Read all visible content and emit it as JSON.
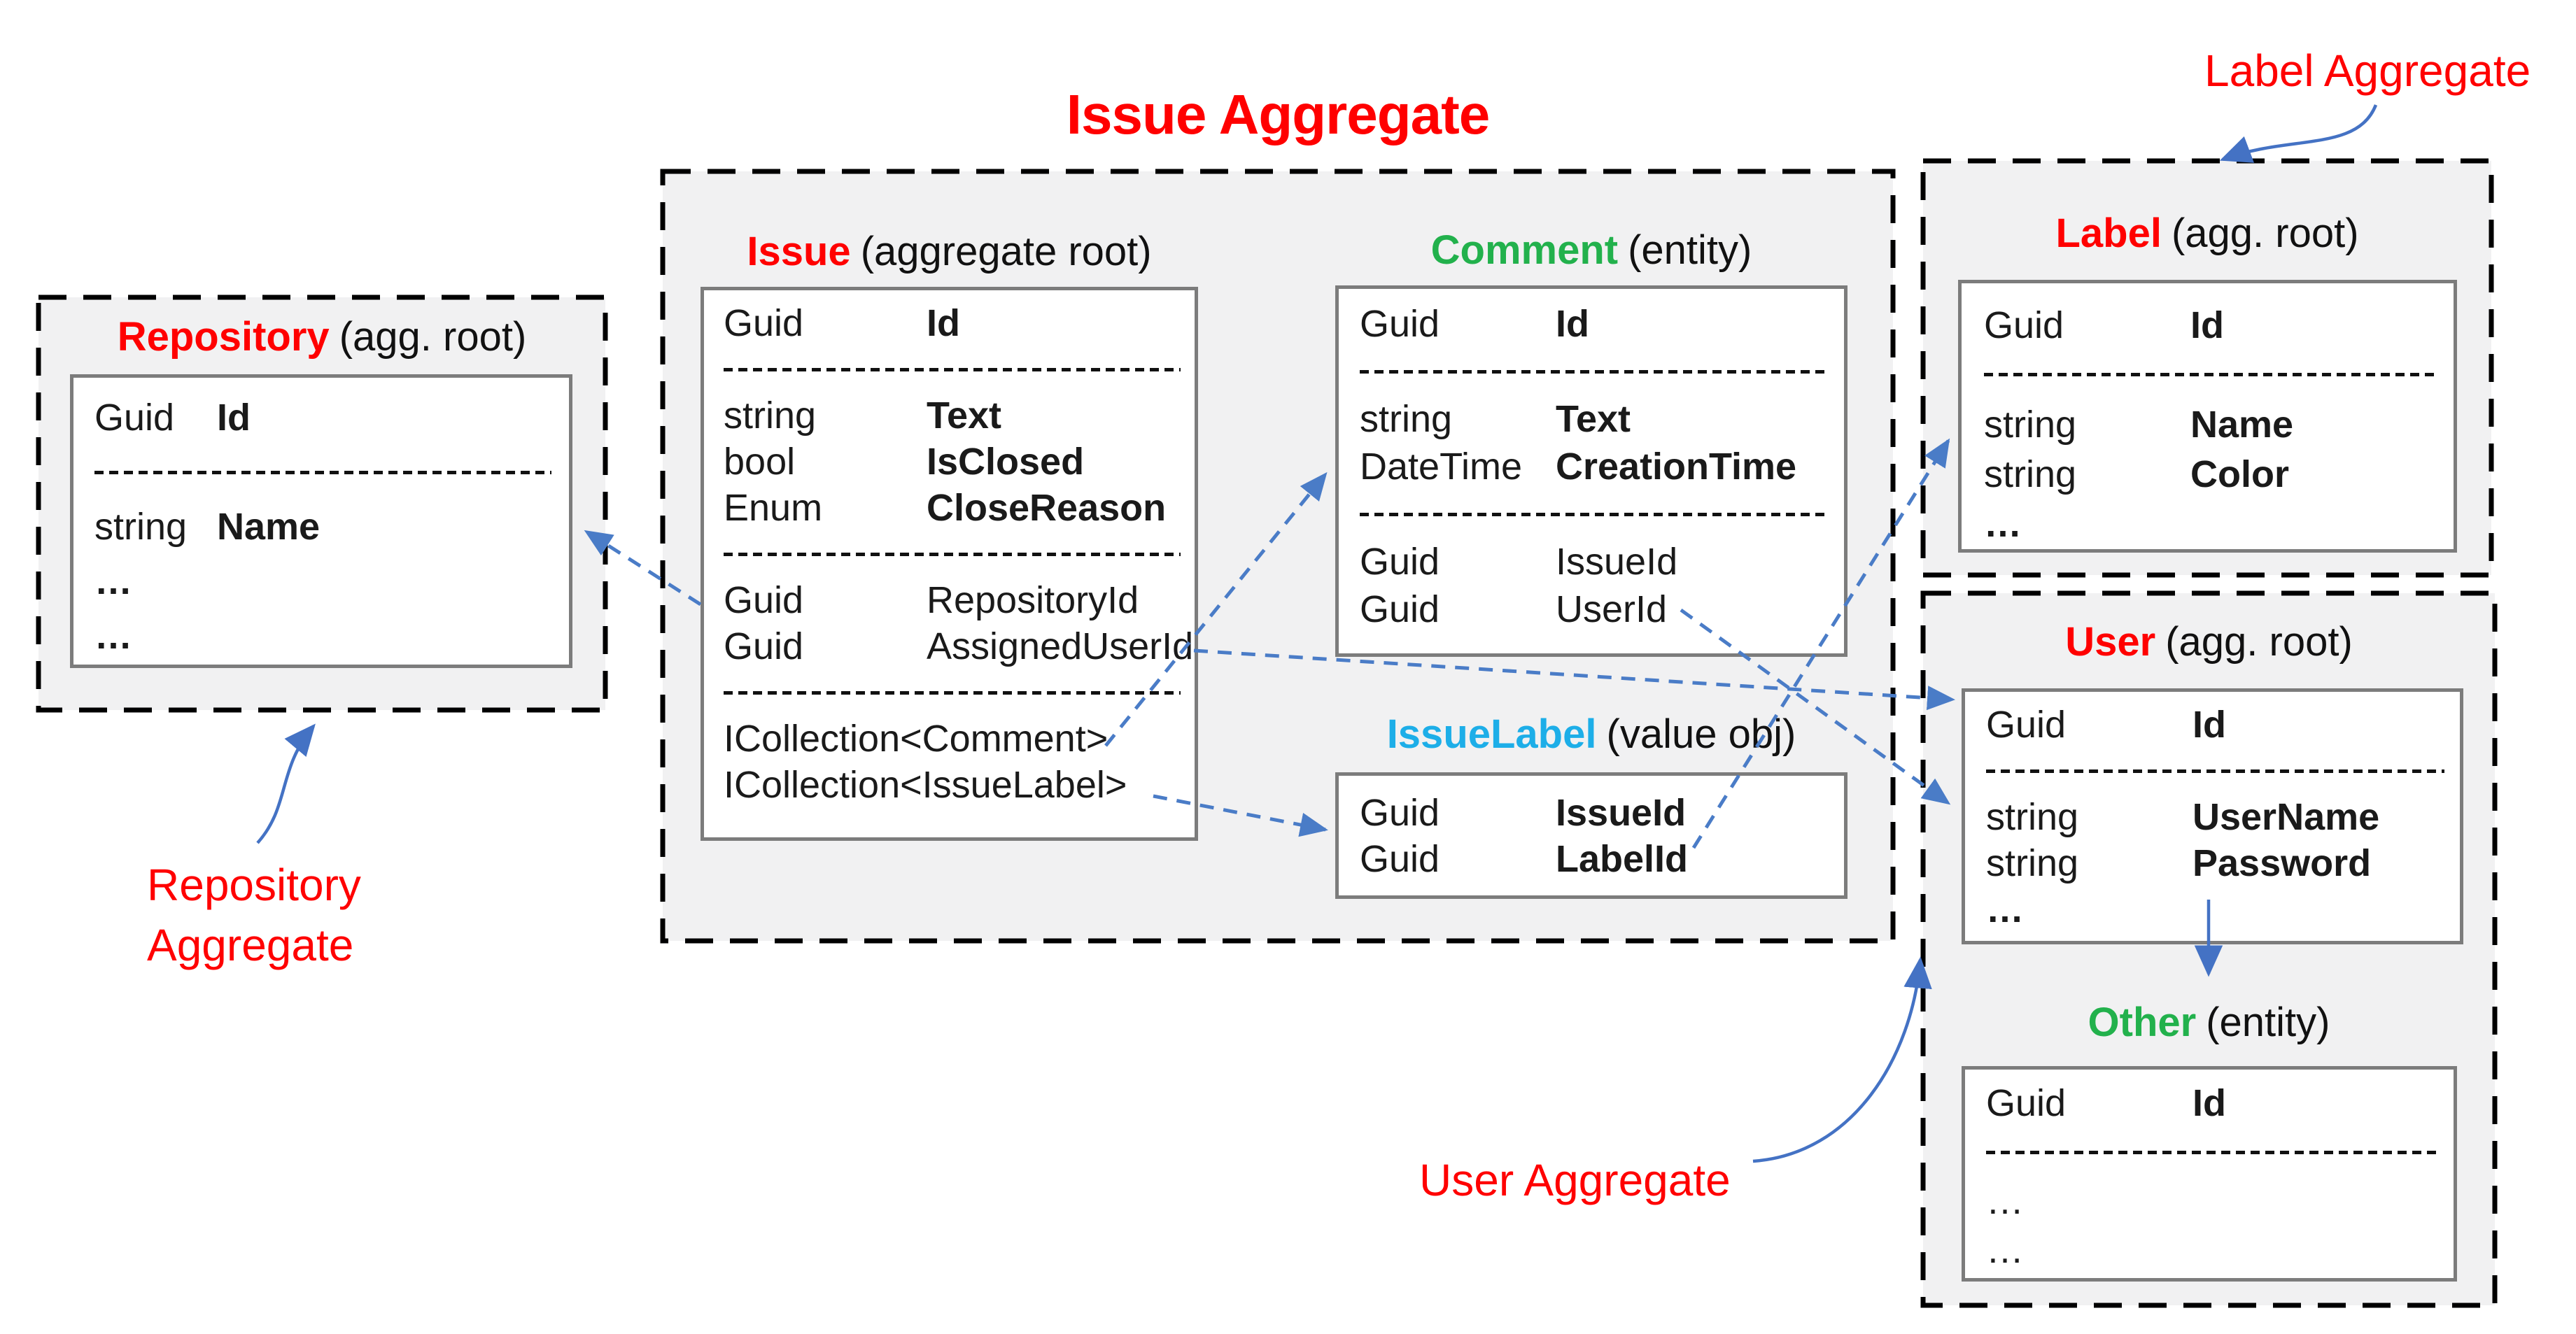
{
  "title": "Issue Aggregate",
  "annotations": {
    "label_aggregate": "Label Aggregate",
    "repository_aggregate_line1": "Repository",
    "repository_aggregate_line2": "Aggregate",
    "user_aggregate": "User Aggregate"
  },
  "entities": {
    "repository": {
      "name": "Repository",
      "kind": "(agg. root)",
      "rows": [
        {
          "t": "Guid",
          "n": "Id"
        },
        {
          "t": "string",
          "n": "Name"
        },
        {
          "t": "…",
          "n": ""
        },
        {
          "t": "…",
          "n": ""
        }
      ]
    },
    "issue": {
      "name": "Issue",
      "kind": "(aggregate root)",
      "rows": [
        {
          "t": "Guid",
          "n": "Id"
        },
        {
          "t": "string",
          "n": "Text"
        },
        {
          "t": "bool",
          "n": "IsClosed"
        },
        {
          "t": "Enum",
          "n": "CloseReason"
        },
        {
          "t": "Guid",
          "n": "RepositoryId"
        },
        {
          "t": "Guid",
          "n": "AssignedUserId"
        },
        {
          "t": "ICollection<Comment>",
          "n": ""
        },
        {
          "t": "ICollection<IssueLabel>",
          "n": ""
        }
      ]
    },
    "comment": {
      "name": "Comment",
      "kind": "(entity)",
      "rows": [
        {
          "t": "Guid",
          "n": "Id"
        },
        {
          "t": "string",
          "n": "Text"
        },
        {
          "t": "DateTime",
          "n": "CreationTime"
        },
        {
          "t": "Guid",
          "n": "IssueId"
        },
        {
          "t": "Guid",
          "n": "UserId"
        }
      ]
    },
    "issuelabel": {
      "name": "IssueLabel",
      "kind": "(value obj)",
      "rows": [
        {
          "t": "Guid",
          "n": "IssueId"
        },
        {
          "t": "Guid",
          "n": "LabelId"
        }
      ]
    },
    "label": {
      "name": "Label",
      "kind": "(agg. root)",
      "rows": [
        {
          "t": "Guid",
          "n": "Id"
        },
        {
          "t": "string",
          "n": "Name"
        },
        {
          "t": "string",
          "n": "Color"
        },
        {
          "t": "…",
          "n": ""
        }
      ]
    },
    "user": {
      "name": "User",
      "kind": "(agg. root)",
      "rows": [
        {
          "t": "Guid",
          "n": "Id"
        },
        {
          "t": "string",
          "n": "UserName"
        },
        {
          "t": "string",
          "n": "Password"
        },
        {
          "t": "…",
          "n": ""
        }
      ]
    },
    "other": {
      "name": "Other",
      "kind": "(entity)",
      "rows": [
        {
          "t": "Guid",
          "n": "Id"
        },
        {
          "t": "…",
          "n": ""
        },
        {
          "t": "…",
          "n": ""
        }
      ]
    }
  },
  "colors": {
    "aggregate_root_name": "#ff0000",
    "entity_name": "#22b14c",
    "value_obj_name": "#1daee8",
    "dashed_arrow": "#4a7cc7",
    "solid_arrow": "#4472c4",
    "box_fill": "#f1f1f2"
  }
}
